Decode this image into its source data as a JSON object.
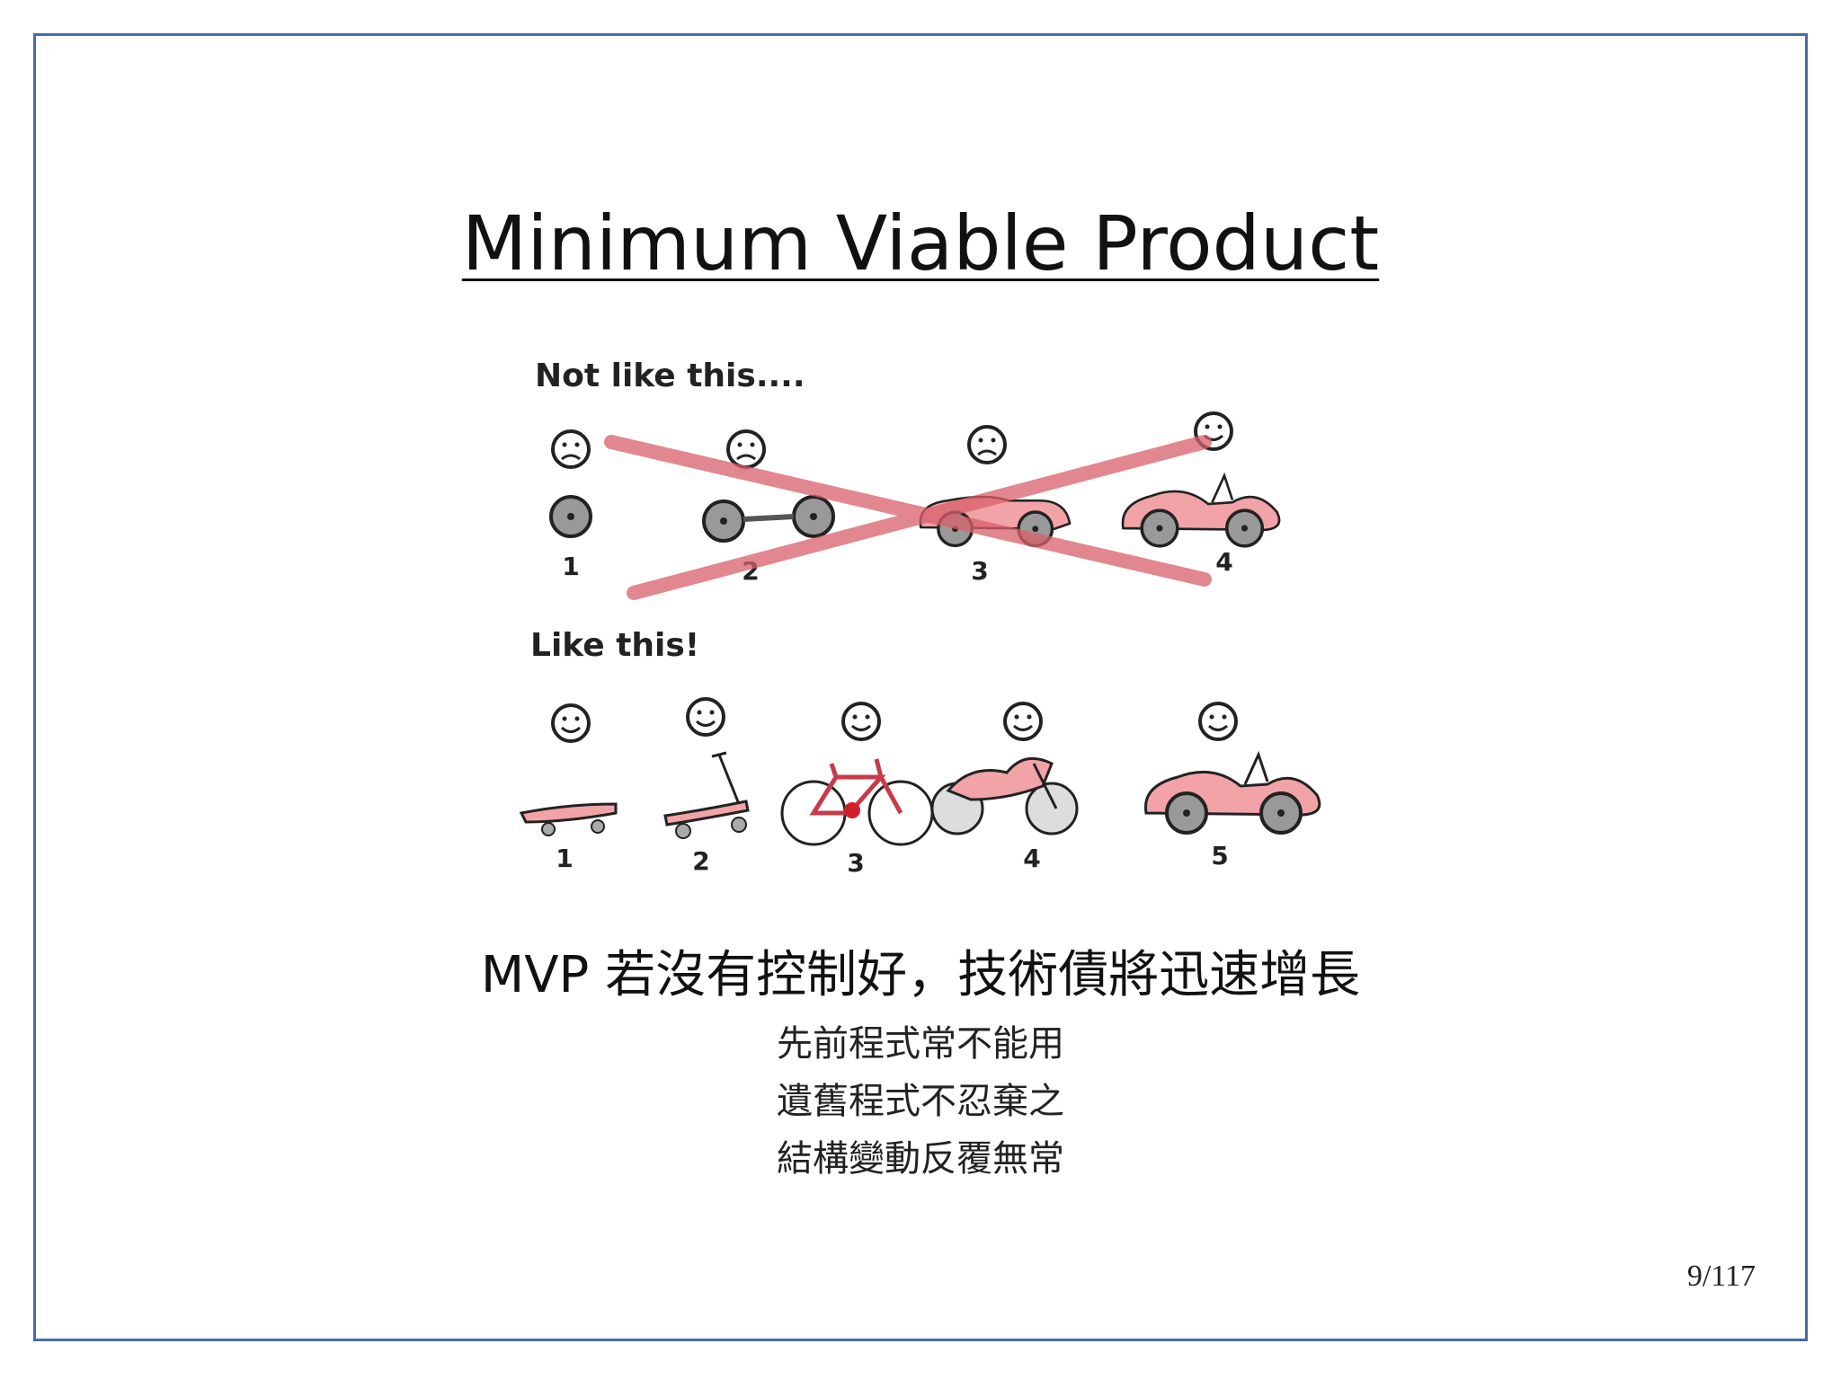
{
  "slide": {
    "title": "Minimum Viable Product",
    "illustration": {
      "top_caption": "Not like this....",
      "bottom_caption": "Like this!",
      "top_numbers": [
        "1",
        "2",
        "3",
        "4"
      ],
      "bottom_numbers": [
        "1",
        "2",
        "3",
        "4",
        "5"
      ],
      "cross_color": "#d9606a",
      "vehicle_color": "#f2a3a8"
    },
    "subtitle": "MVP 若沒有控制好，技術債將迅速增長",
    "lines": [
      "先前程式常不能用",
      "遺舊程式不忍棄之",
      "結構變動反覆無常"
    ],
    "page_number": "9/117"
  }
}
